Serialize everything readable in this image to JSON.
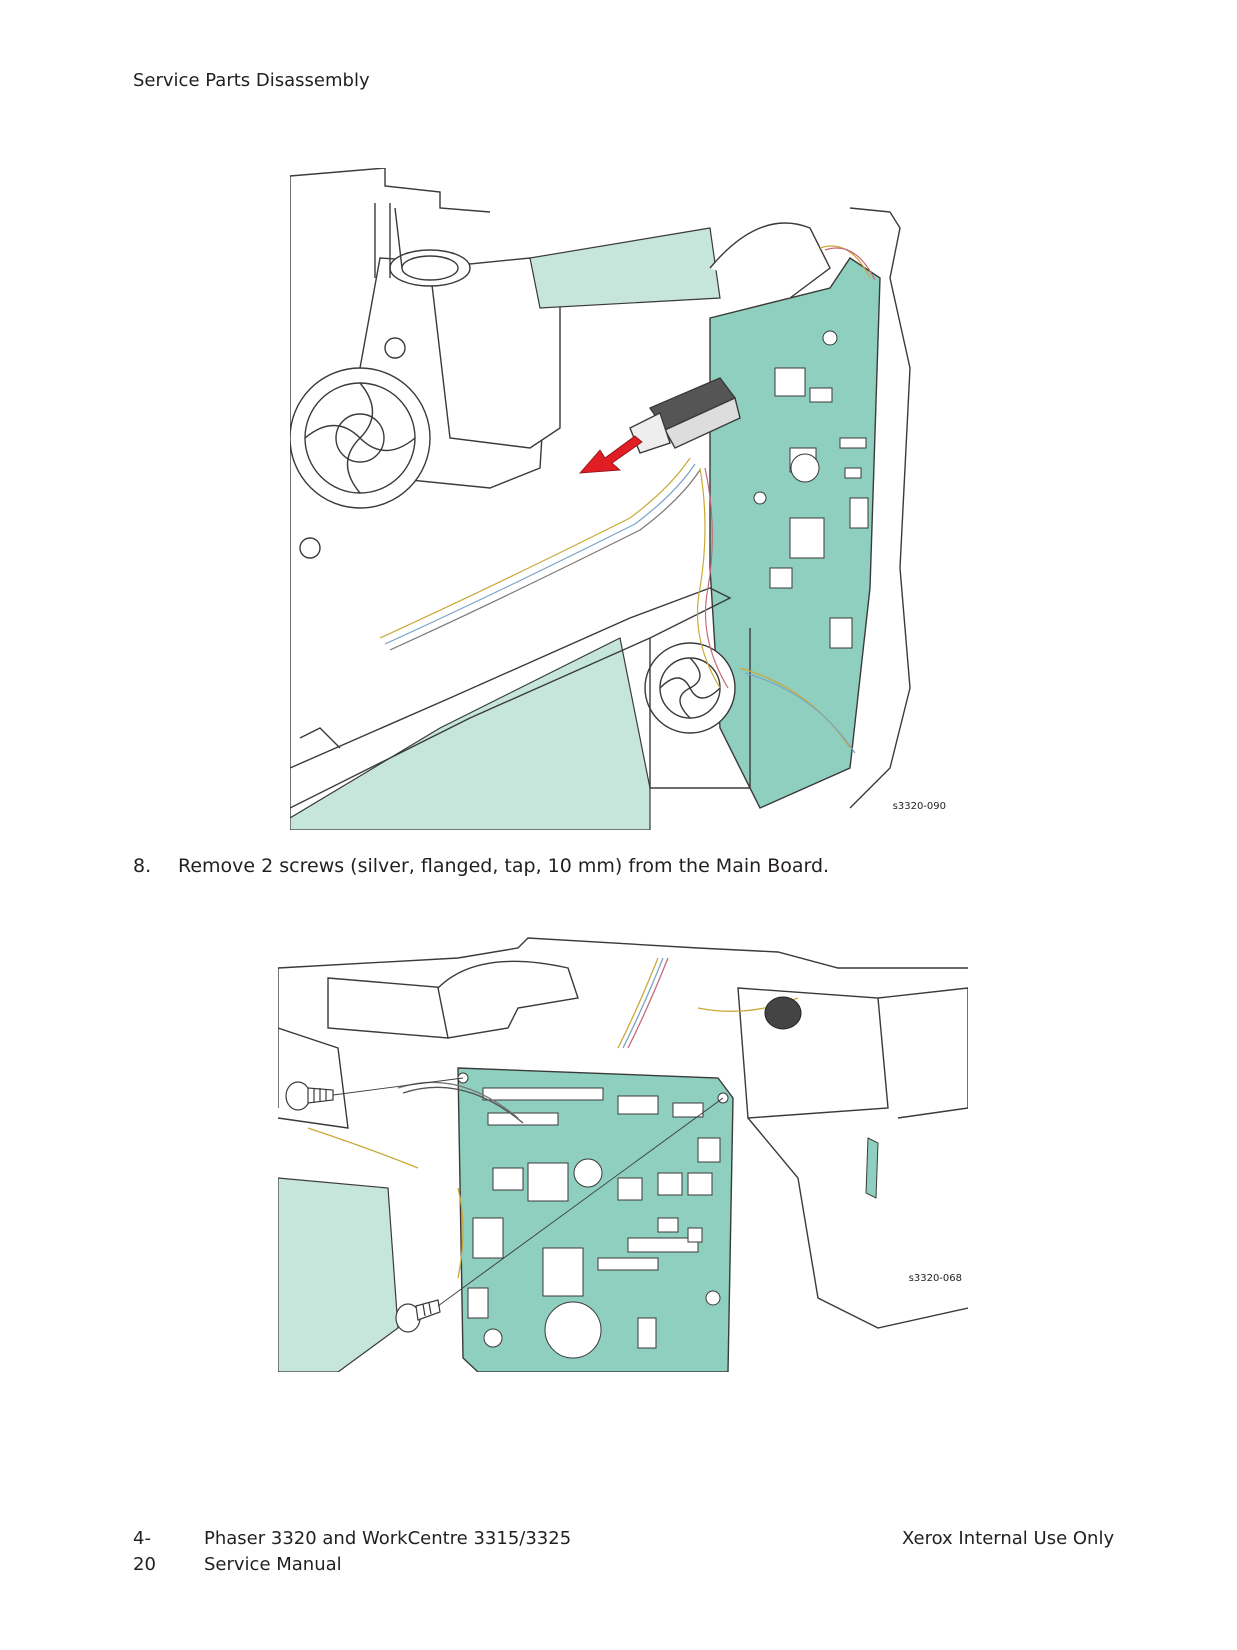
{
  "header": {
    "section": "Service Parts Disassembly"
  },
  "figures": [
    {
      "id": "s3320-090"
    },
    {
      "id": "s3320-068"
    }
  ],
  "step": {
    "number": "8.",
    "text": "Remove 2 screws (silver, flanged, tap, 10 mm) from the Main Board."
  },
  "footer": {
    "page": "4-20",
    "title_line1": "Phaser 3320 and WorkCentre 3315/3325",
    "title_line2": "Service Manual",
    "classification": "Xerox Internal Use Only"
  },
  "colors": {
    "board": "#8ecfbf",
    "board_light": "#c6e6dc",
    "arrow": "#e01e23",
    "line": "#3a3a3a"
  }
}
